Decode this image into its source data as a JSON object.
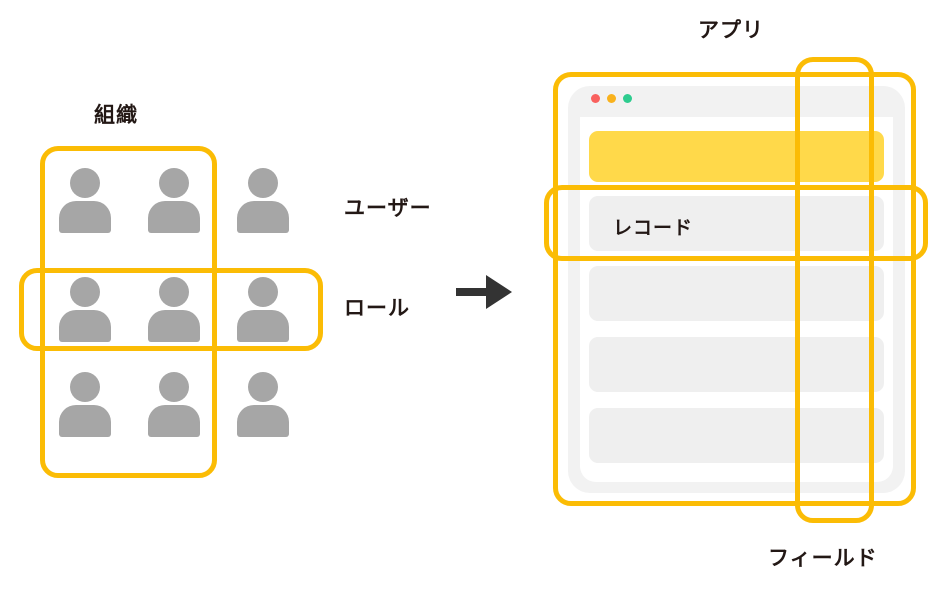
{
  "diagram": {
    "title_left": "組織",
    "title_right": "アプリ",
    "label_user": "ユーザー",
    "label_role": "ロール",
    "label_field": "フィールド",
    "label_record": "レコード",
    "arrow_icon": "right-arrow-icon"
  },
  "colors": {
    "outline": "#fbbc05",
    "header_row": "#ffd94a",
    "person": "#a6a6a6",
    "row": "#efefef",
    "text": "#231815",
    "dot_red": "#f9615e",
    "dot_yellow": "#f9b21d",
    "dot_green": "#2ecc8f"
  },
  "people": {
    "icon": "person-icon",
    "rows": 3,
    "cols": 3,
    "count": 9
  },
  "window_dots": [
    {
      "name": "close-dot",
      "color": "#f9615e"
    },
    {
      "name": "minimize-dot",
      "color": "#f9b21d"
    },
    {
      "name": "maximize-dot",
      "color": "#2ecc8f"
    }
  ],
  "app_rows": [
    {
      "name": "header-row",
      "text": "",
      "type": "header"
    },
    {
      "name": "record-row",
      "text": "レコード",
      "type": "record"
    },
    {
      "name": "data-row-2",
      "text": "",
      "type": "data"
    },
    {
      "name": "data-row-3",
      "text": "",
      "type": "data"
    },
    {
      "name": "data-row-4",
      "text": "",
      "type": "data"
    }
  ]
}
